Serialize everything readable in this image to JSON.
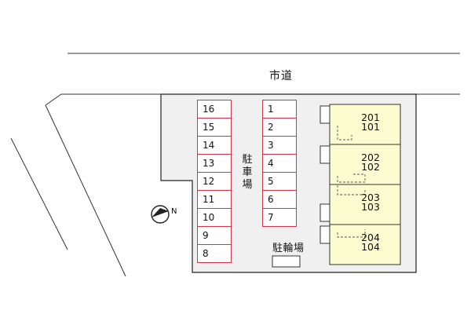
{
  "road_label": "市道",
  "parking_label": "駐車場",
  "bicycle_parking_label": "駐輪場",
  "compass_label": "N",
  "colors": {
    "lot": "#f0f0f0",
    "parking_border": "#d2344a",
    "building": "#fdfbd0",
    "line": "#222222"
  },
  "parking_left": [
    "16",
    "15",
    "14",
    "13",
    "12",
    "11",
    "10",
    "9",
    "8"
  ],
  "parking_right": [
    "1",
    "2",
    "3",
    "4",
    "5",
    "6",
    "7"
  ],
  "units": [
    {
      "upper": "201",
      "lower": "101"
    },
    {
      "upper": "202",
      "lower": "102"
    },
    {
      "upper": "203",
      "lower": "103"
    },
    {
      "upper": "204",
      "lower": "104"
    }
  ]
}
